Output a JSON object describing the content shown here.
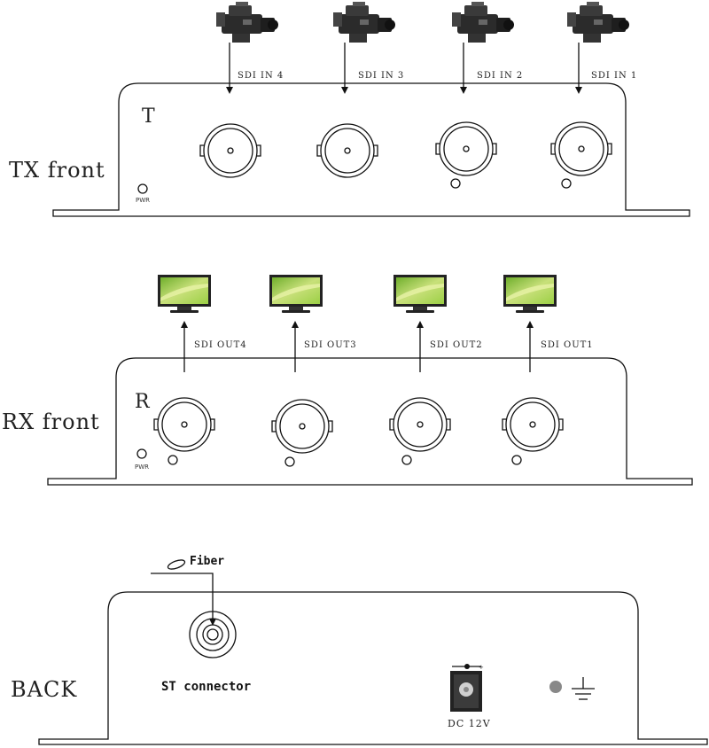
{
  "tx": {
    "title": "TX front",
    "letter": "T",
    "pwr_label": "PWR",
    "inputs": [
      "SDI IN 4",
      "SDI IN 3",
      "SDI IN 2",
      "SDI IN 1"
    ]
  },
  "rx": {
    "title": "RX front",
    "letter": "R",
    "pwr_label": "PWR",
    "outputs": [
      "SDI OUT4",
      "SDI OUT3",
      "SDI OUT2",
      "SDI OUT1"
    ]
  },
  "back": {
    "title": "BACK",
    "fiber_label": "Fiber",
    "connector_label": "ST connector",
    "dc_label": "DC 12V"
  },
  "colors": {
    "line": "#111111",
    "screen_green": "#8cc63f",
    "screen_light": "#d9ea8a",
    "camera_body": "#2b2b2b"
  },
  "icons": [
    "video-camera-icon",
    "monitor-icon",
    "bnc-connector-icon",
    "st-connector-icon",
    "dc-jack-icon",
    "ground-icon",
    "led-indicator-icon"
  ]
}
